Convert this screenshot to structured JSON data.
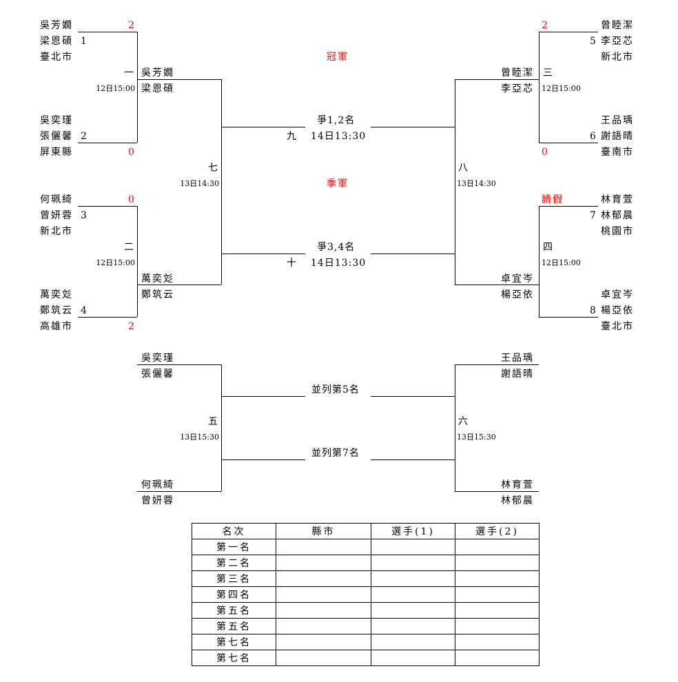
{
  "colors": {
    "accent_red": "#ff0000",
    "line": "#000000"
  },
  "left_top": {
    "match1": {
      "no": "一",
      "time": "12日15:00",
      "team_a": {
        "p1": "吳芳嫺",
        "p2": "梁恩碩",
        "city": "臺北市",
        "seed": "1",
        "score": "2"
      },
      "team_b": {
        "p1": "吳奕瑾",
        "p2": "張儷馨",
        "city": "屏東縣",
        "seed": "2",
        "score": "0"
      },
      "winner": {
        "p1": "吳芳嫺",
        "p2": "梁恩碩"
      }
    },
    "match2": {
      "no": "二",
      "time": "12日15:00",
      "team_a": {
        "p1": "何珮綺",
        "p2": "曾妍蓉",
        "city": "新北市",
        "seed": "3",
        "score": "0"
      },
      "team_b": {
        "p1": "萬奕彣",
        "p2": "鄭筑云",
        "city": "高雄市",
        "seed": "4",
        "score": "2"
      },
      "winner": {
        "p1": "萬奕彣",
        "p2": "鄭筑云"
      }
    },
    "match7": {
      "no": "七",
      "time": "13日14:30"
    }
  },
  "right_top": {
    "match3": {
      "no": "三",
      "time": "12日15:00",
      "team_a": {
        "p1": "曾睦潔",
        "p2": "李亞芯",
        "city": "新北市",
        "seed": "5",
        "score": "2"
      },
      "team_b": {
        "p1": "王品瑀",
        "p2": "謝語晴",
        "city": "臺南市",
        "seed": "6",
        "score": "0"
      },
      "winner": {
        "p1": "曾睦潔",
        "p2": "李亞芯"
      }
    },
    "match4": {
      "no": "四",
      "time": "12日15:00",
      "team_a": {
        "p1": "林育萱",
        "p2": "林郁晨",
        "city": "桃園市",
        "seed": "7",
        "score": "請假"
      },
      "team_b": {
        "p1": "卓宜岑",
        "p2": "楊亞依",
        "city": "臺北市",
        "seed": "8",
        "score": ""
      },
      "winner": {
        "p1": "卓宜岑",
        "p2": "楊亞依"
      }
    },
    "match8": {
      "no": "八",
      "time": "13日14:30"
    }
  },
  "center": {
    "champion_label": "冠軍",
    "third_label": "季軍",
    "final": {
      "no": "九",
      "title": "爭1,2名",
      "time": "14日13:30"
    },
    "third_place": {
      "no": "十",
      "title": "爭3,4名",
      "time": "14日13:30"
    }
  },
  "consolation": {
    "match5": {
      "no": "五",
      "time": "13日15:30",
      "team_a": {
        "p1": "吳奕瑾",
        "p2": "張儷馨"
      },
      "team_b": {
        "p1": "何珮綺",
        "p2": "曾妍蓉"
      }
    },
    "match6": {
      "no": "六",
      "time": "13日15:30",
      "team_a": {
        "p1": "王品瑀",
        "p2": "謝語晴"
      },
      "team_b": {
        "p1": "林育萱",
        "p2": "林郁晨"
      }
    },
    "fifth_label": "並列第5名",
    "seventh_label": "並列第7名"
  },
  "ranking_table": {
    "headers": [
      "名次",
      "縣市",
      "選手(1)",
      "選手(2)"
    ],
    "rows": [
      "第一名",
      "第二名",
      "第三名",
      "第四名",
      "第五名",
      "第五名",
      "第七名",
      "第七名"
    ]
  }
}
